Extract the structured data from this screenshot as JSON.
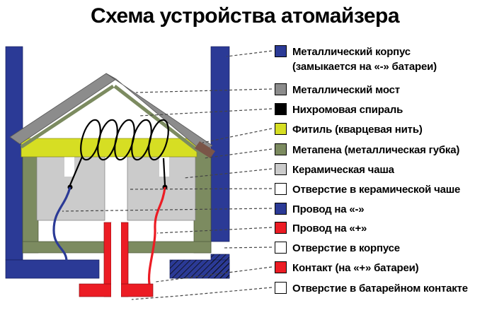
{
  "title": "Схема устройства атомайзера",
  "colors": {
    "body": "#2b3a96",
    "bridge": "#8c8c8c",
    "coil": "#000000",
    "wick": "#d6de23",
    "metafoam": "#7c8b60",
    "ceramic": "#cbcbcb",
    "hole": "#ffffff",
    "wire_minus": "#2b3a96",
    "wire_plus": "#ec1c24",
    "contact": "#ec1c24",
    "roof_tip": "#7a5548",
    "connector": "#444444"
  },
  "legend": {
    "items": [
      {
        "label": "Металлический корпус",
        "sublabel": "(замыкается на «-» батареи)",
        "color": "#2b3a96"
      },
      {
        "label": "Металлический мост",
        "color": "#8c8c8c"
      },
      {
        "label": "Нихромовая спираль",
        "color": "#000000"
      },
      {
        "label": "Фитиль (кварцевая нить)",
        "color": "#d6de23"
      },
      {
        "label": "Метапена (металлическая губка)",
        "color": "#7c8b60"
      },
      {
        "label": "Керамическая чаша",
        "color": "#cbcbcb"
      },
      {
        "label": "Отверстие в керамической чаше",
        "color": "#ffffff"
      },
      {
        "label": "Провод на «-»",
        "color": "#2b3a96"
      },
      {
        "label": "Провод на «+»",
        "color": "#ec1c24"
      },
      {
        "label": "Отверстие в корпусе",
        "color": "#ffffff"
      },
      {
        "label": "Контакт (на «+» батареи)",
        "color": "#ec1c24"
      },
      {
        "label": "Отверстие в батарейном контакте",
        "color": "#ffffff"
      }
    ]
  }
}
